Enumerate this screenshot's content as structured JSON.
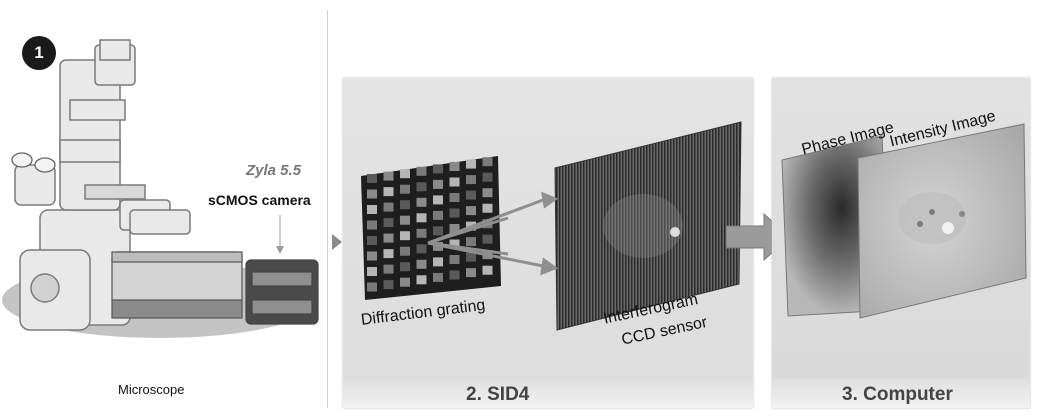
{
  "panel1": {
    "step_number": "1",
    "camera_model": "Zyla 5.5",
    "camera_type": "sCMOS camera",
    "caption": "Microscope"
  },
  "panel2": {
    "grating_label": "Diffraction grating",
    "sensor_label_line1": "Interferogram",
    "sensor_label_line2": "CCD sensor",
    "caption": "2. SID4"
  },
  "panel3": {
    "phase_label": "Phase Image",
    "intensity_label": "Intensity Image",
    "caption": "3. Computer"
  },
  "colors": {
    "panel_bg": "#e0e0e0",
    "badge_bg": "#1a1a1a",
    "arrow_fill": "#9a9a9a"
  }
}
